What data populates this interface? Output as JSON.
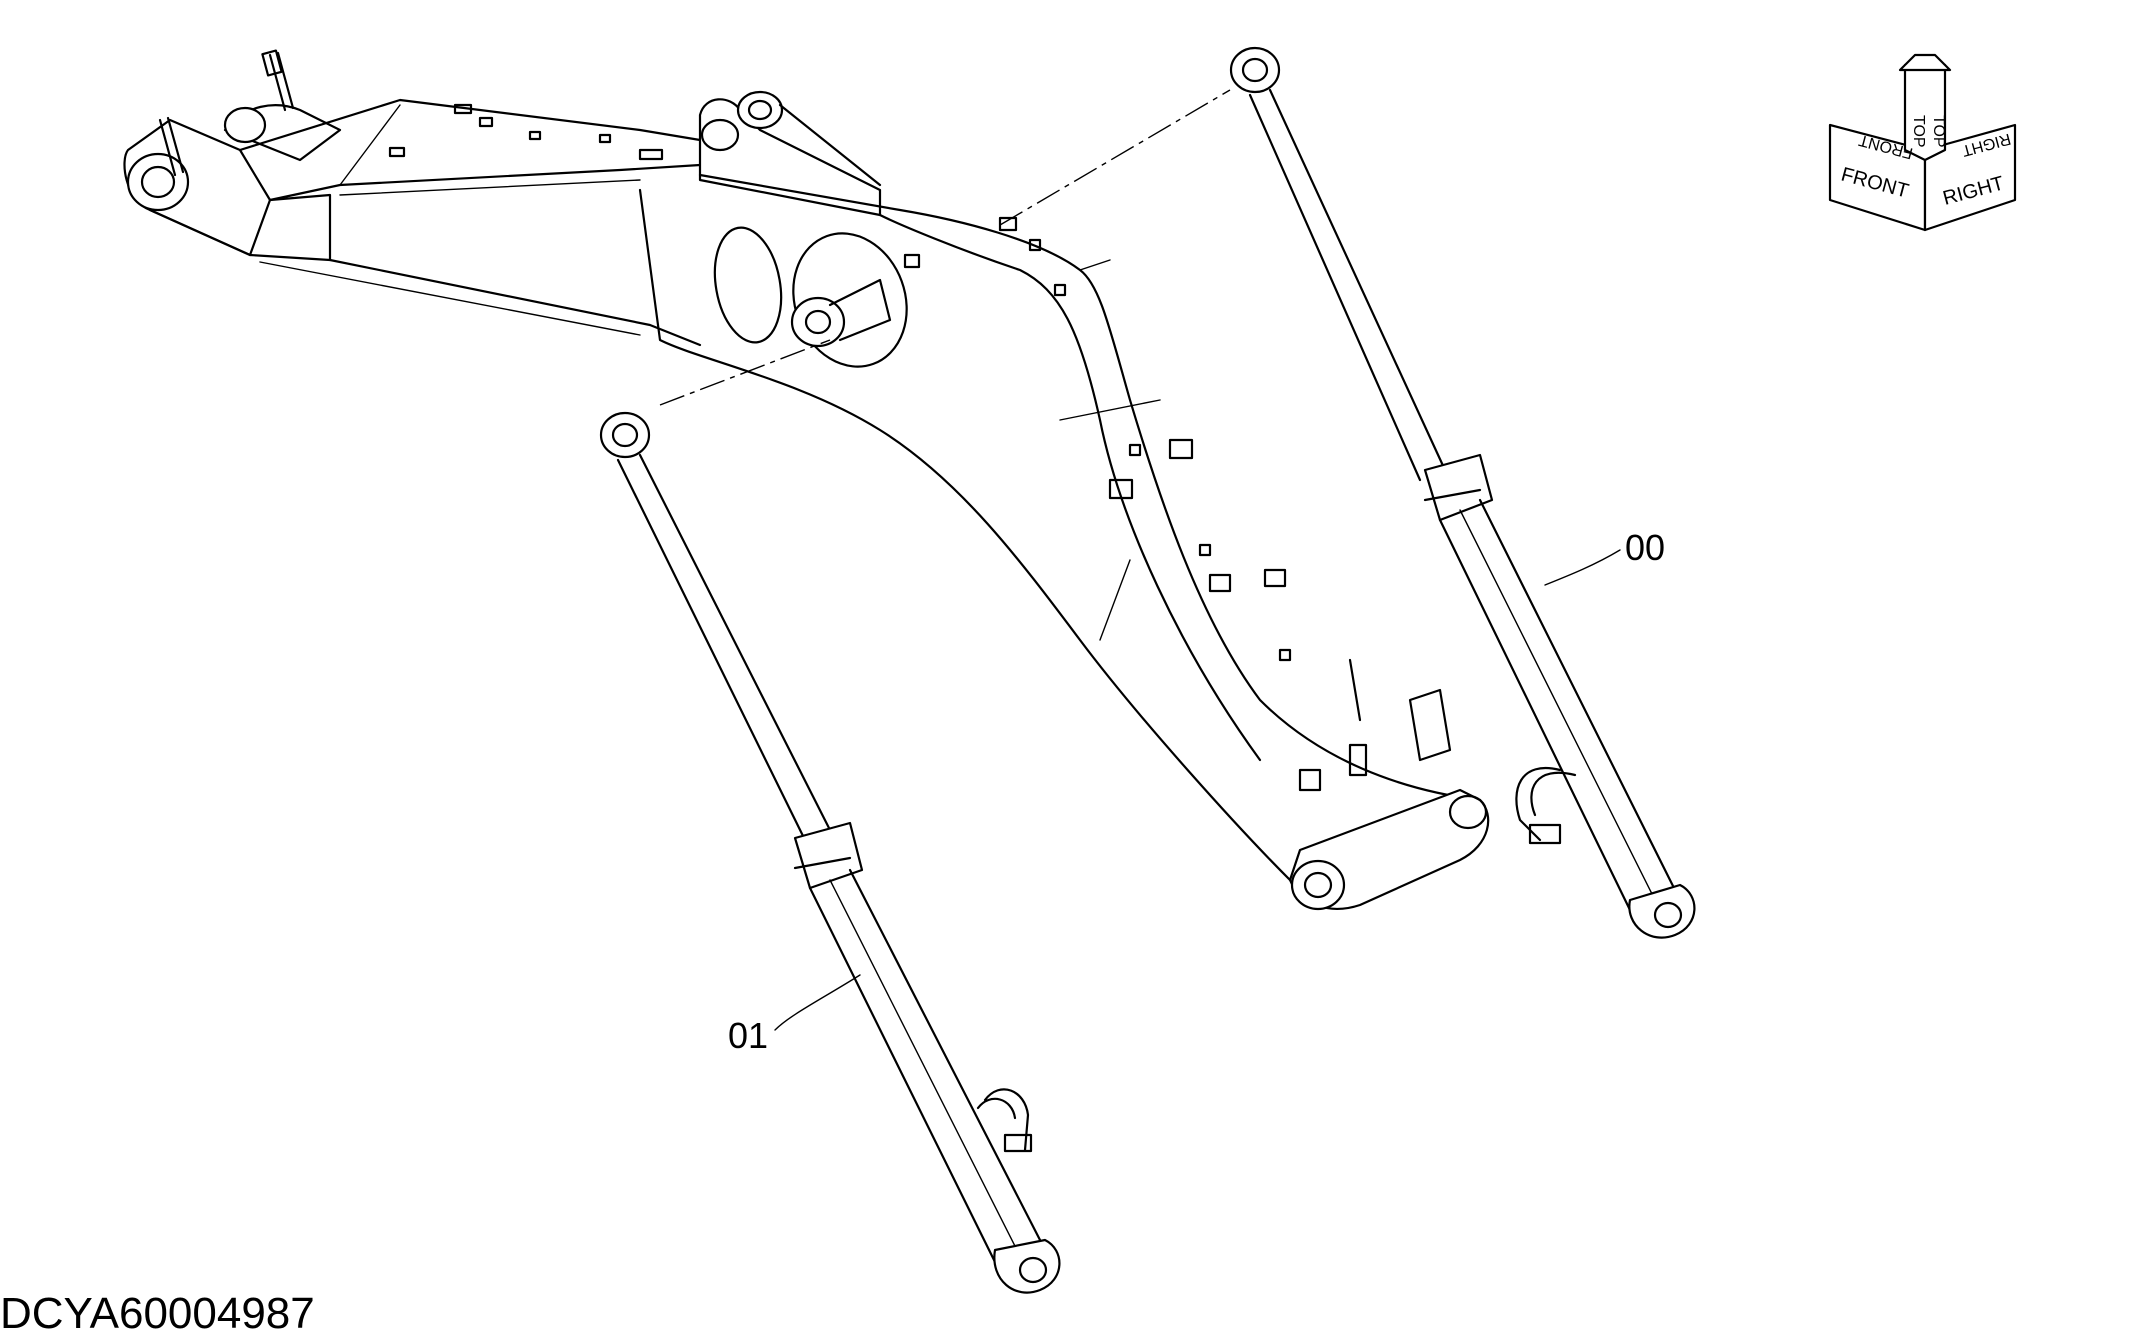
{
  "drawing": {
    "id_label": "DCYA60004987",
    "callouts": [
      {
        "name": "boom-cylinder-right",
        "label": "00"
      },
      {
        "name": "boom-cylinder-left",
        "label": "01"
      }
    ],
    "orientation_icon": {
      "labels": [
        "FRONT",
        "TOP",
        "RIGHT"
      ],
      "glyphs": [
        "FRONT",
        "TOP",
        "TOP",
        "RIGHT"
      ]
    }
  }
}
